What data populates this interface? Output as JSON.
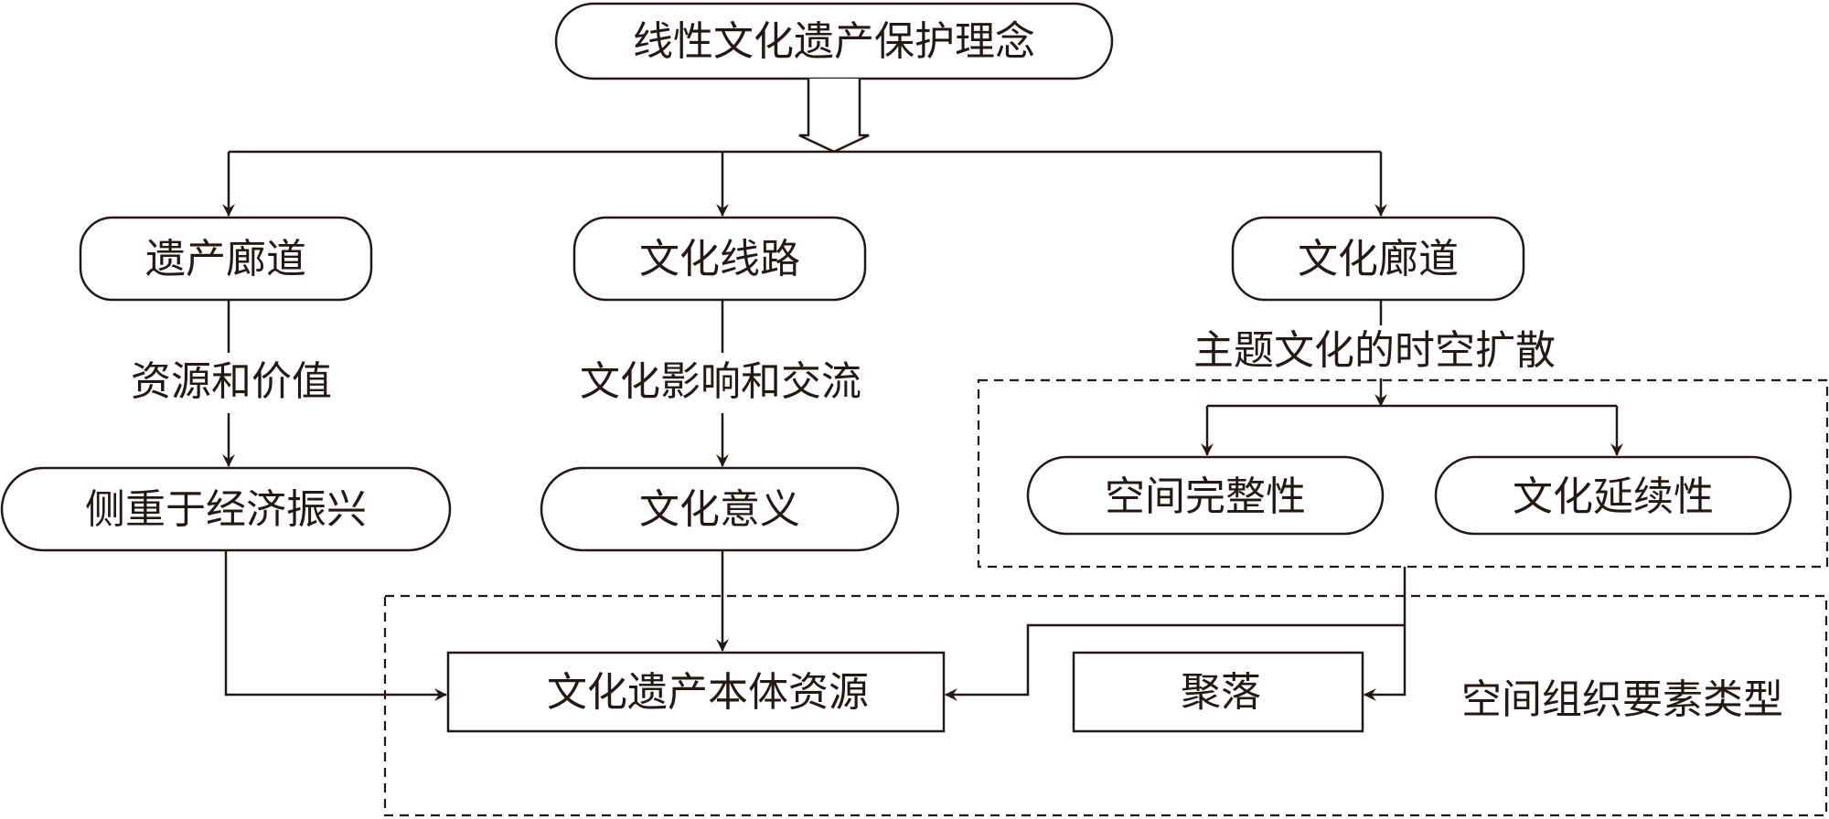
{
  "diagram": {
    "top": "线性文化遗产保护理念",
    "concepts": [
      {
        "label": "遗产廊道",
        "relation": "资源和价值",
        "focus": "侧重于经济振兴"
      },
      {
        "label": "文化线路",
        "relation": "文化影响和交流",
        "focus": "文化意义"
      },
      {
        "label": "文化廊道",
        "relation": "主题文化的时空扩散"
      }
    ],
    "corridor_children": [
      "空间完整性",
      "文化延续性"
    ],
    "resource": "文化遗产本体资源",
    "settlement": "聚落",
    "group_label": "空间组织要素类型"
  }
}
